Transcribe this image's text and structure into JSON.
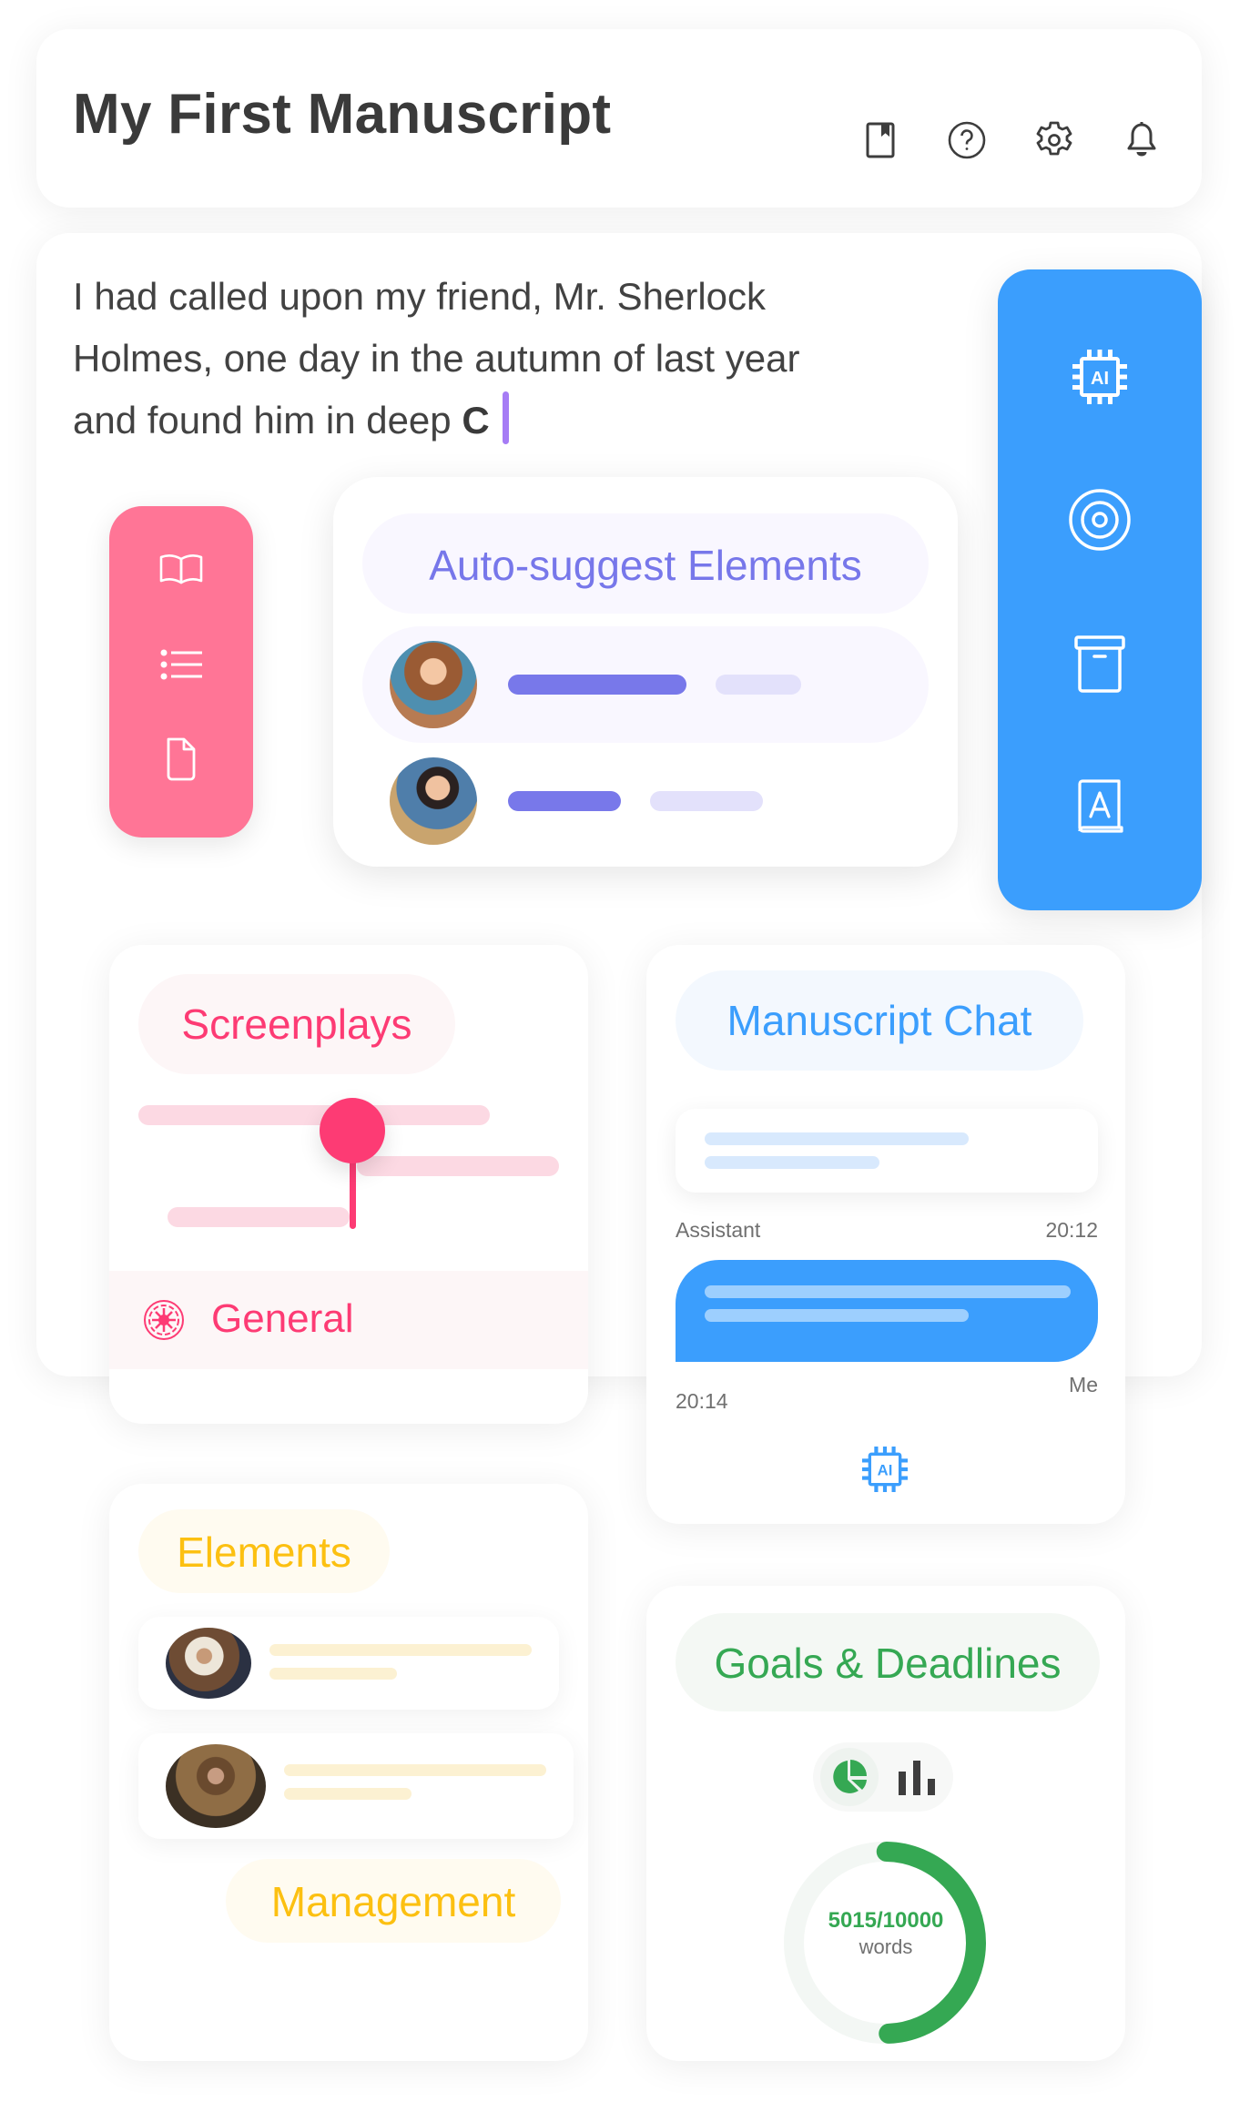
{
  "header": {
    "title": "My First Manuscript",
    "icons": [
      {
        "name": "bookmark-book-icon",
        "label": "Manuscript"
      },
      {
        "name": "help-icon",
        "label": "Help"
      },
      {
        "name": "settings-gear-icon",
        "label": "Settings"
      },
      {
        "name": "notification-bell-icon",
        "label": "Notifications"
      }
    ]
  },
  "editor": {
    "text_lines": [
      "I had called upon my friend, Mr. Sherlock",
      "Holmes, one day in the autumn of last year",
      "and found him in deep "
    ],
    "typed_char": "C",
    "cursor_color": "#a67cf5"
  },
  "left_toolbar": {
    "color": "#ff7596",
    "icons": [
      "open-book-icon",
      "bullet-list-icon",
      "document-icon"
    ]
  },
  "right_toolbar": {
    "color": "#3b9efd",
    "icons": [
      "ai-chip-icon",
      "target-icon",
      "archive-box-icon",
      "dictionary-book-icon"
    ]
  },
  "auto_suggest": {
    "title": "Auto-suggest Elements",
    "color": "#7777ea",
    "items": [
      {
        "avatar": "detective-woman-avatar",
        "selected": true
      },
      {
        "avatar": "evening-gown-woman-avatar",
        "selected": false
      }
    ]
  },
  "screenplays": {
    "title": "Screenplays",
    "color": "#fd3b74",
    "category": "General"
  },
  "chat": {
    "title": "Manuscript Chat",
    "color": "#3b9efd",
    "messages": [
      {
        "sender": "Assistant",
        "time": "20:12"
      },
      {
        "sender": "Me",
        "time": "20:14"
      }
    ]
  },
  "elements": {
    "title": "Elements",
    "subtitle": "Management",
    "color": "#fcc011",
    "items": [
      {
        "avatar": "king-avatar"
      },
      {
        "avatar": "queen-avatar"
      }
    ]
  },
  "goals": {
    "title": "Goals & Deadlines",
    "color": "#35a853",
    "view_toggle": [
      "pie-chart-icon",
      "bar-chart-icon"
    ],
    "active_view": "pie-chart-icon",
    "progress_value": "5015/10000",
    "progress_unit": "words",
    "current": 5015,
    "target": 10000
  }
}
